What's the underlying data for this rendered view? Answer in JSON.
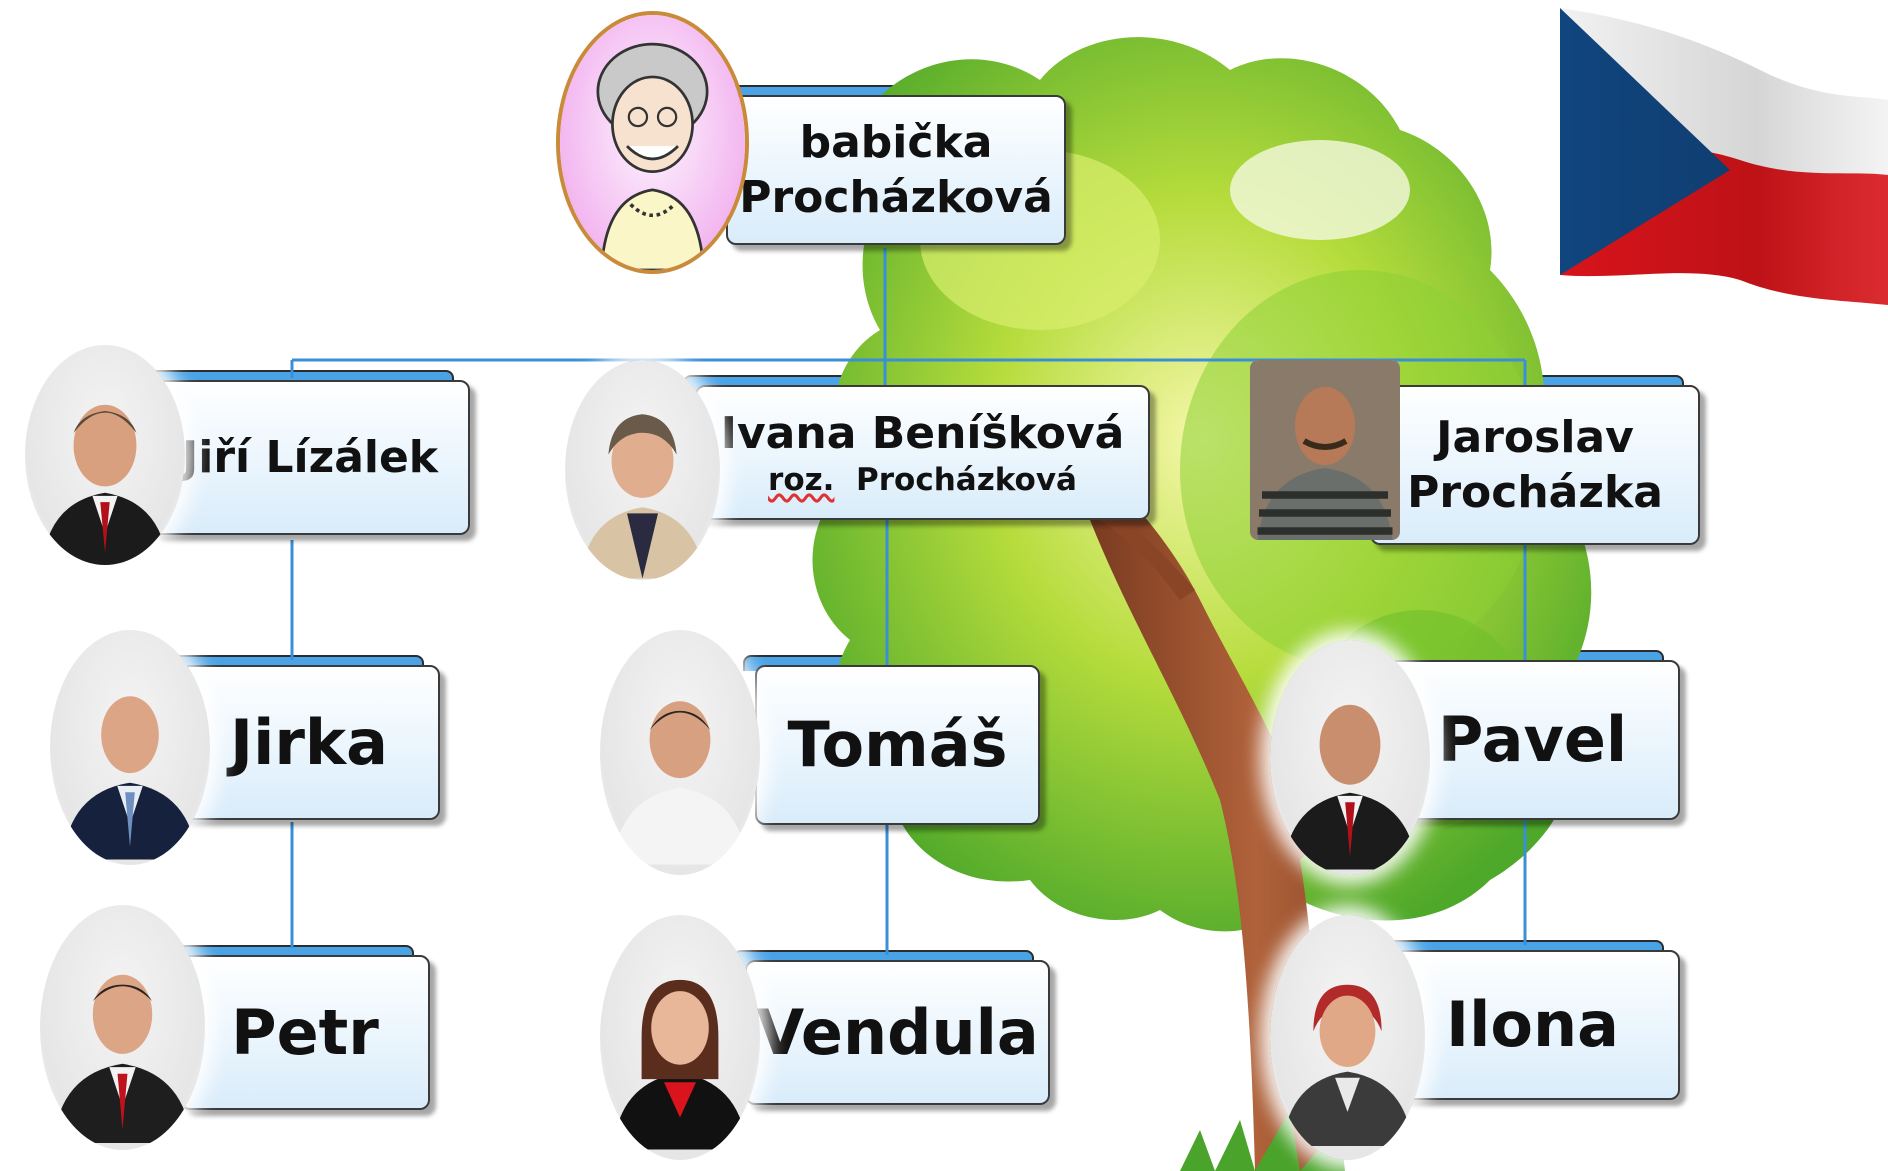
{
  "tree": {
    "root": {
      "line1": "babička",
      "line2": "Procházková"
    },
    "generation1": [
      {
        "name": "Jiří Lízálek"
      },
      {
        "name": "Ivana Beníšková",
        "maiden_prefix": "roz.",
        "maiden_name": "Procházková"
      },
      {
        "line1": "Jaroslav",
        "line2": "Procházka"
      }
    ],
    "generation2": [
      {
        "name": "Jirka"
      },
      {
        "name": "Tomáš"
      },
      {
        "name": "Pavel"
      }
    ],
    "generation3": [
      {
        "name": "Petr"
      },
      {
        "name": "Vendula"
      },
      {
        "name": "Ilona"
      }
    ]
  },
  "colors": {
    "connector": "#3a8fd6",
    "box_top": "#4aa3e6",
    "flag_white": "#f2f2f2",
    "flag_red": "#d7141a",
    "flag_blue": "#11457e"
  },
  "icons": [
    "grandmother-cartoon-icon",
    "czech-flag-icon",
    "tree-illustration"
  ]
}
